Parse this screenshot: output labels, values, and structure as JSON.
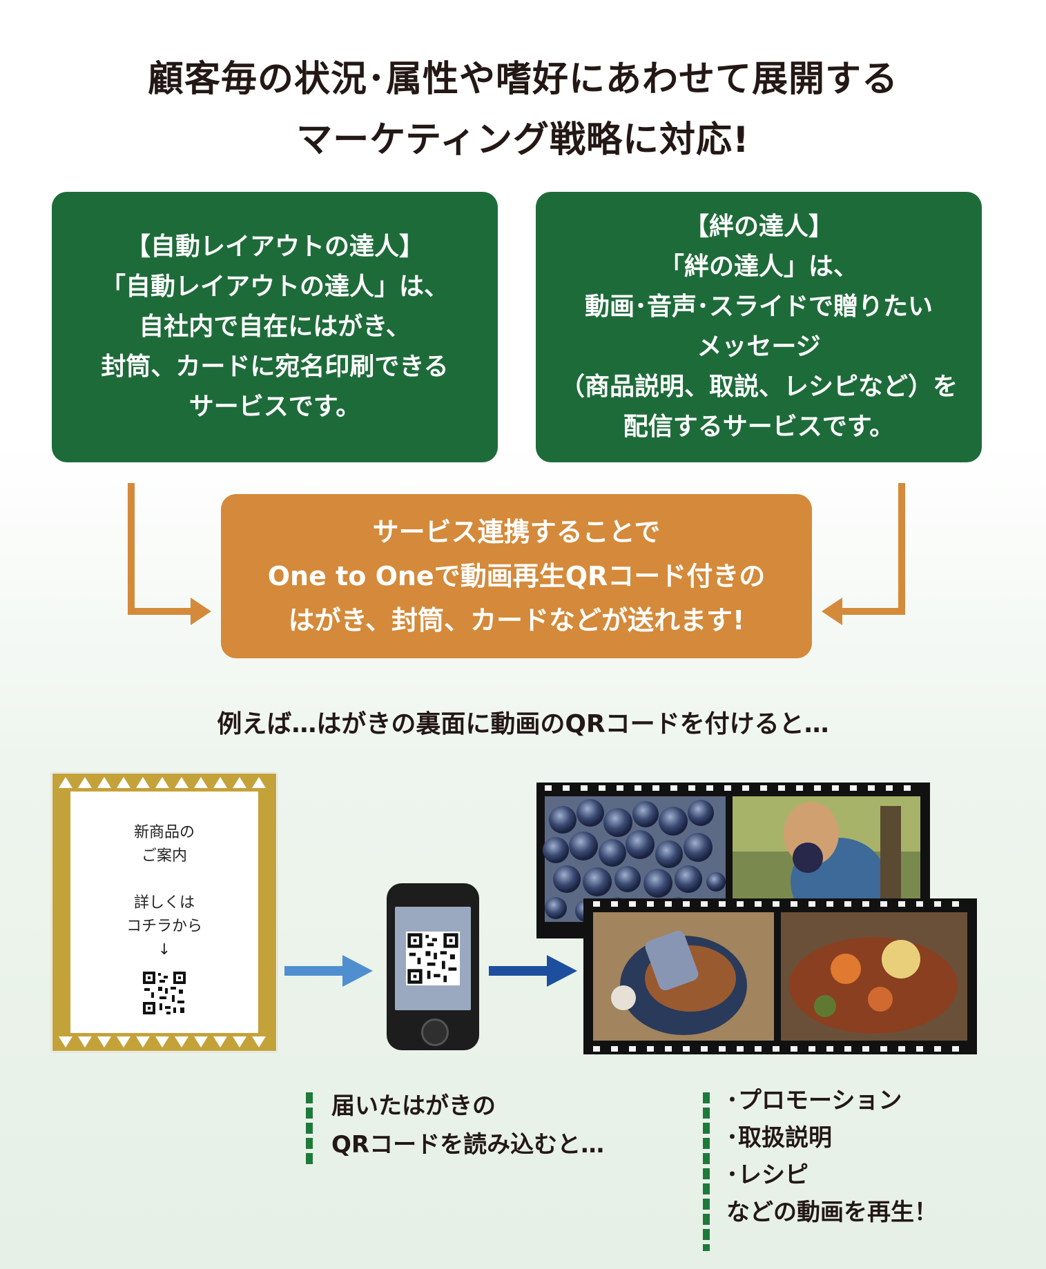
{
  "headline": {
    "line1": "顧客毎の状況･属性や嗜好にあわせて展開する",
    "line2": "マーケティング戦略に対応!"
  },
  "box_left": {
    "lines": [
      "【自動レイアウトの達人】",
      "「自動レイアウトの達人」は、",
      "自社内で自在にはがき、",
      "封筒、カードに宛名印刷できる",
      "サービスです。"
    ]
  },
  "box_right": {
    "lines": [
      "【絆の達人】",
      "「絆の達人」は、",
      "動画･音声･スライドで贈りたい",
      "メッセージ",
      "（商品説明、取説、レシピなど）を",
      "配信するサービスです。"
    ]
  },
  "center_box": {
    "lines": [
      "サービス連携することで",
      "One to Oneで動画再生QRコード付きの",
      "はがき、封筒、カードなどが送れます!"
    ]
  },
  "example": "例えば…はがきの裏面に動画のQRコードを付けると…",
  "postcard": {
    "lines": [
      "新商品の",
      "ご案内",
      "",
      "詳しくは",
      "コチラから",
      "↓"
    ]
  },
  "caption_left": {
    "lines": [
      "届いたはがきの",
      "QRコードを読み込むと…"
    ]
  },
  "caption_right": {
    "lines": [
      "･プロモーション",
      "･取扱説明",
      "･レシピ",
      "などの動画を再生！"
    ]
  },
  "colors": {
    "green": "#1e6b3a",
    "orange": "#d48a3a",
    "arrow_light_blue": "#4f8fd0",
    "arrow_dark_blue": "#1d4f9e"
  },
  "icons": [
    "qr-code-icon",
    "smartphone-icon",
    "film-strip-icon",
    "arrow-right-icon"
  ]
}
